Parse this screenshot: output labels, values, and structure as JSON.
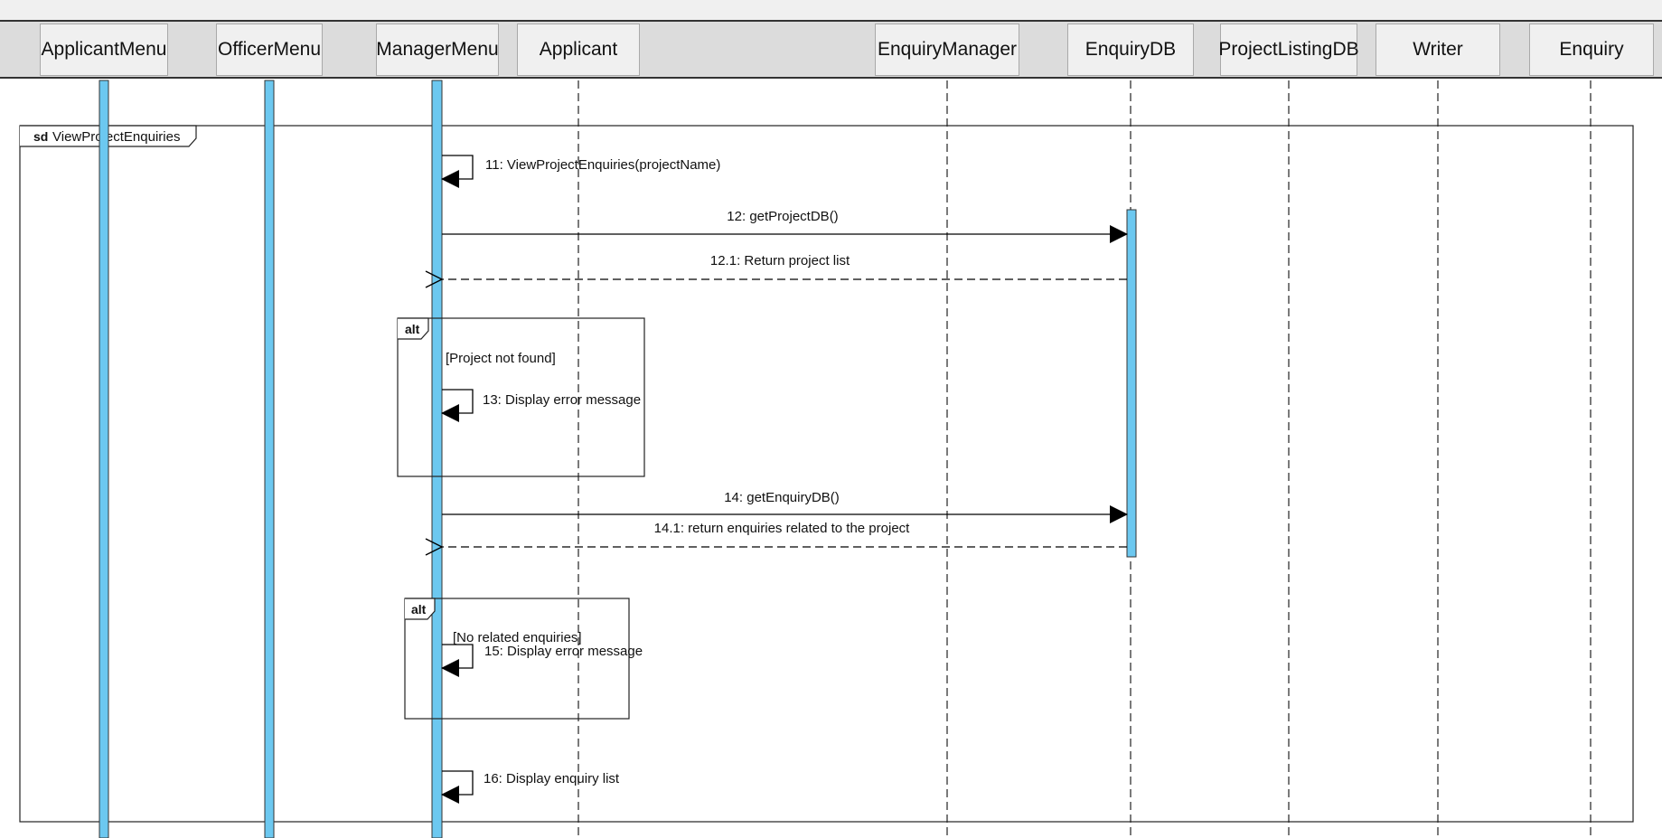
{
  "participants": [
    {
      "name": "ApplicantMenu"
    },
    {
      "name": "OfficerMenu"
    },
    {
      "name": "ManagerMenu"
    },
    {
      "name": "Applicant"
    },
    {
      "name": "EnquiryManager"
    },
    {
      "name": "EnquiryDB"
    },
    {
      "name": "ProjectListingDB"
    },
    {
      "name": "Writer"
    },
    {
      "name": "Enquiry"
    }
  ],
  "frame": {
    "keyword": "sd",
    "name": "ViewProjectEnquiries"
  },
  "messages": [
    {
      "label": "11: ViewProjectEnquiries(projectName)"
    },
    {
      "label": "12: getProjectDB()"
    },
    {
      "label": "12.1: Return project list"
    },
    {
      "label": "13: Display error message"
    },
    {
      "label": "14: getEnquiryDB()"
    },
    {
      "label": "14.1: return enquiries related to the project"
    },
    {
      "label": "15: Display error message"
    },
    {
      "label": "16: Display enquiry list"
    }
  ],
  "fragments": [
    {
      "operator": "alt",
      "guard": "[Project not found]"
    },
    {
      "operator": "alt",
      "guard": "[No related enquiries]"
    }
  ],
  "colors": {
    "activation": "#6cc8f0",
    "header_bg": "#f0f0f0",
    "strip_bg": "#dcdcdc"
  }
}
